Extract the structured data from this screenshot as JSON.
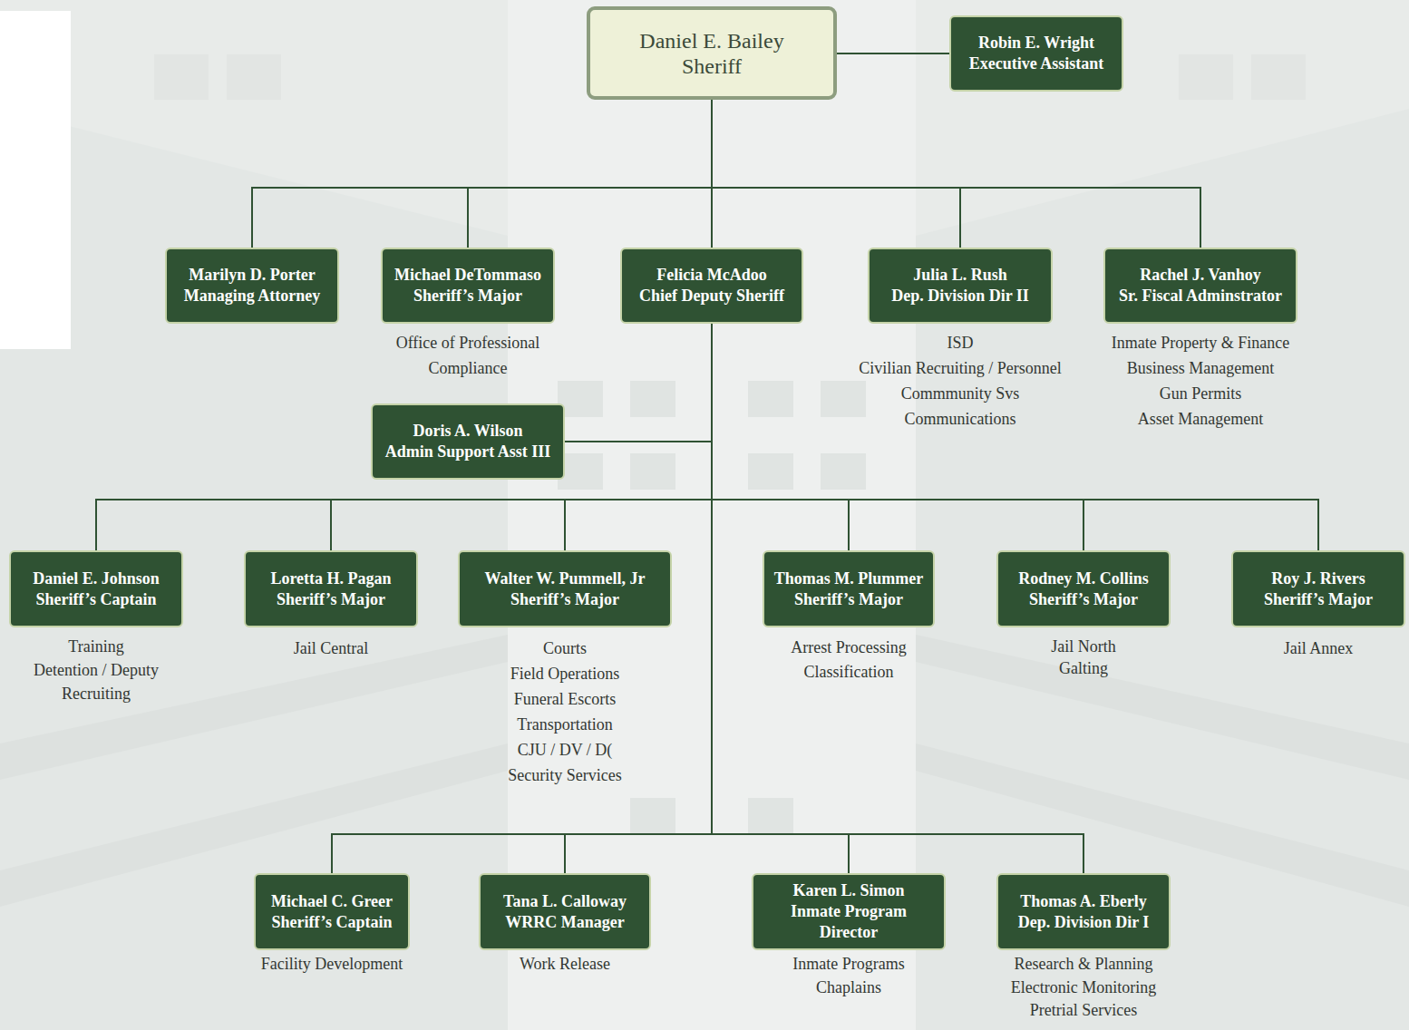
{
  "diagram": {
    "nodes": [
      {
        "text": [
          "Daniel E. Bailey",
          "Sheriff"
        ]
      },
      {
        "text": [
          "Robin E. Wright",
          "Executive Assistant"
        ]
      },
      {
        "text": [
          "Marilyn D. Porter",
          "Managing Attorney"
        ]
      },
      {
        "text": [
          "Michael DeTommaso",
          "Sheriff’s Major",
          "Office of Professional Compliance"
        ]
      },
      {
        "text": [
          "Felicia McAdoo",
          "Chief Deputy Sheriff"
        ]
      },
      {
        "text": [
          "Julia L. Rush",
          "Dep. Division Dir II",
          "ISD",
          "Civilian Recruiting / Personnel",
          "Commmunity Svs",
          "Communications"
        ]
      },
      {
        "text": [
          "Rachel J. Vanhoy",
          "Sr. Fiscal Adminstrator",
          "Inmate Property & Finance",
          "Business Management",
          "Gun Permits",
          "Asset Management"
        ]
      },
      {
        "text": [
          "Doris A. Wilson",
          "Admin Support Asst III"
        ]
      },
      {
        "text": [
          "Daniel E. Johnson",
          "Sheriff’s Captain",
          "Training",
          "Detention / Deputy Recruiting"
        ]
      },
      {
        "text": [
          "Loretta H. Pagan",
          "Sheriff’s Major",
          "Jail Central"
        ]
      },
      {
        "text": [
          "Walter W. Pummell, Jr",
          "Sheriff’s Major",
          "Courts",
          "Field Operations",
          "Funeral Escorts",
          "Transportation",
          "CJU / DV / D(",
          "Security Services"
        ]
      },
      {
        "text": [
          "Thomas M. Plummer",
          "Sheriff’s Major",
          "Arrest Processing",
          "Classification"
        ]
      },
      {
        "text": [
          "Rodney M. Collins",
          "Sheriff’s Major",
          "Jail North",
          "Galting"
        ]
      },
      {
        "text": [
          "Roy J. Rivers",
          "Sheriff’s Major",
          "Jail Annex"
        ]
      },
      {
        "text": [
          "Michael C. Greer",
          "Sheriff’s Captain",
          "Facility Development"
        ]
      },
      {
        "text": [
          "Tana L. Calloway",
          "WRRC Manager",
          "Work Release"
        ]
      },
      {
        "text": [
          "Karen L. Simon",
          "Inmate Program Director",
          "Inmate Programs",
          "Chaplains"
        ]
      },
      {
        "text": [
          "Thomas A. Eberly",
          "Dep. Division Dir I",
          "Research & Planning",
          "Electronic Monitoring",
          "Pretrial Services"
        ]
      }
    ],
    "edges": [
      {
        "from": 0,
        "to": 1,
        "arrow": "none"
      },
      {
        "from": 0,
        "to": 2,
        "arrow": "none"
      },
      {
        "from": 0,
        "to": 3,
        "arrow": "none"
      },
      {
        "from": 0,
        "to": 4,
        "arrow": "none"
      },
      {
        "from": 0,
        "to": 5,
        "arrow": "none"
      },
      {
        "from": 0,
        "to": 6,
        "arrow": "none"
      },
      {
        "from": 4,
        "to": 7,
        "arrow": "none"
      },
      {
        "from": 4,
        "to": 8,
        "arrow": "none"
      },
      {
        "from": 4,
        "to": 9,
        "arrow": "none"
      },
      {
        "from": 4,
        "to": 10,
        "arrow": "none"
      },
      {
        "from": 4,
        "to": 11,
        "arrow": "none"
      },
      {
        "from": 4,
        "to": 12,
        "arrow": "none"
      },
      {
        "from": 4,
        "to": 13,
        "arrow": "none"
      },
      {
        "from": 4,
        "to": 14,
        "arrow": "none"
      },
      {
        "from": 4,
        "to": 15,
        "arrow": "none"
      },
      {
        "from": 4,
        "to": 16,
        "arrow": "none"
      },
      {
        "from": 4,
        "to": 17,
        "arrow": "none"
      }
    ]
  }
}
